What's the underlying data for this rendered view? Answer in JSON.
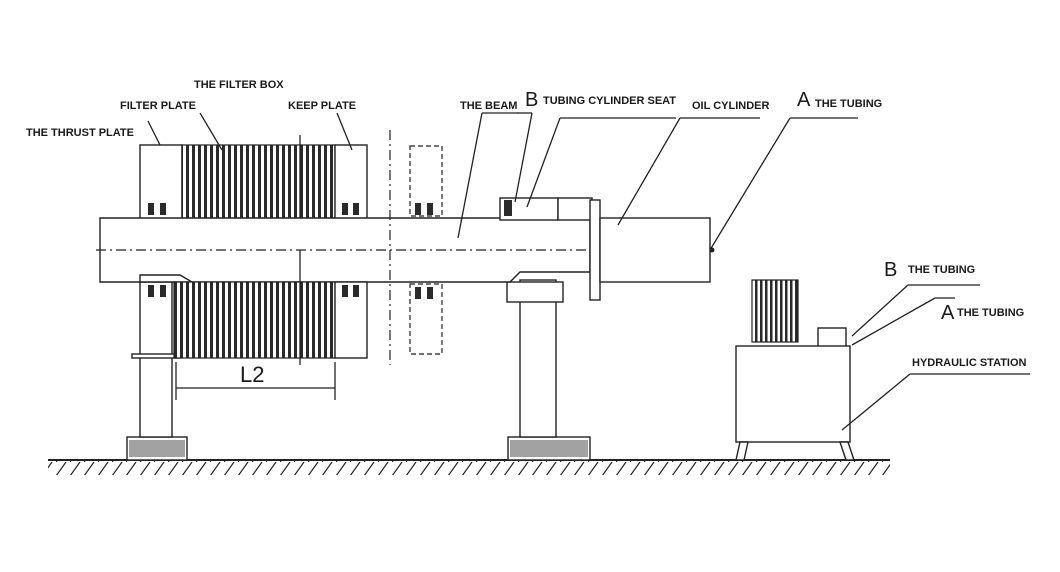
{
  "labels": {
    "filter_box": "THE FILTER BOX",
    "filter_plate": "FILTER PLATE",
    "keep_plate": "KEEP PLATE",
    "thrust_plate": "THE THRUST PLATE",
    "beam": "THE BEAM",
    "b_marker": "B",
    "tubing_cylinder_seat": "TUBING CYLINDER SEAT",
    "oil_cylinder": "OIL CYLINDER",
    "a_marker": "A",
    "the_tubing": "THE TUBING",
    "b_marker_2": "B",
    "the_tubing_b": "THE TUBING",
    "a_marker_2": "A",
    "the_tubing_a": "THE TUBING",
    "hydraulic_station": "HYDRAULIC STATION",
    "dimension_l2": "L2"
  }
}
